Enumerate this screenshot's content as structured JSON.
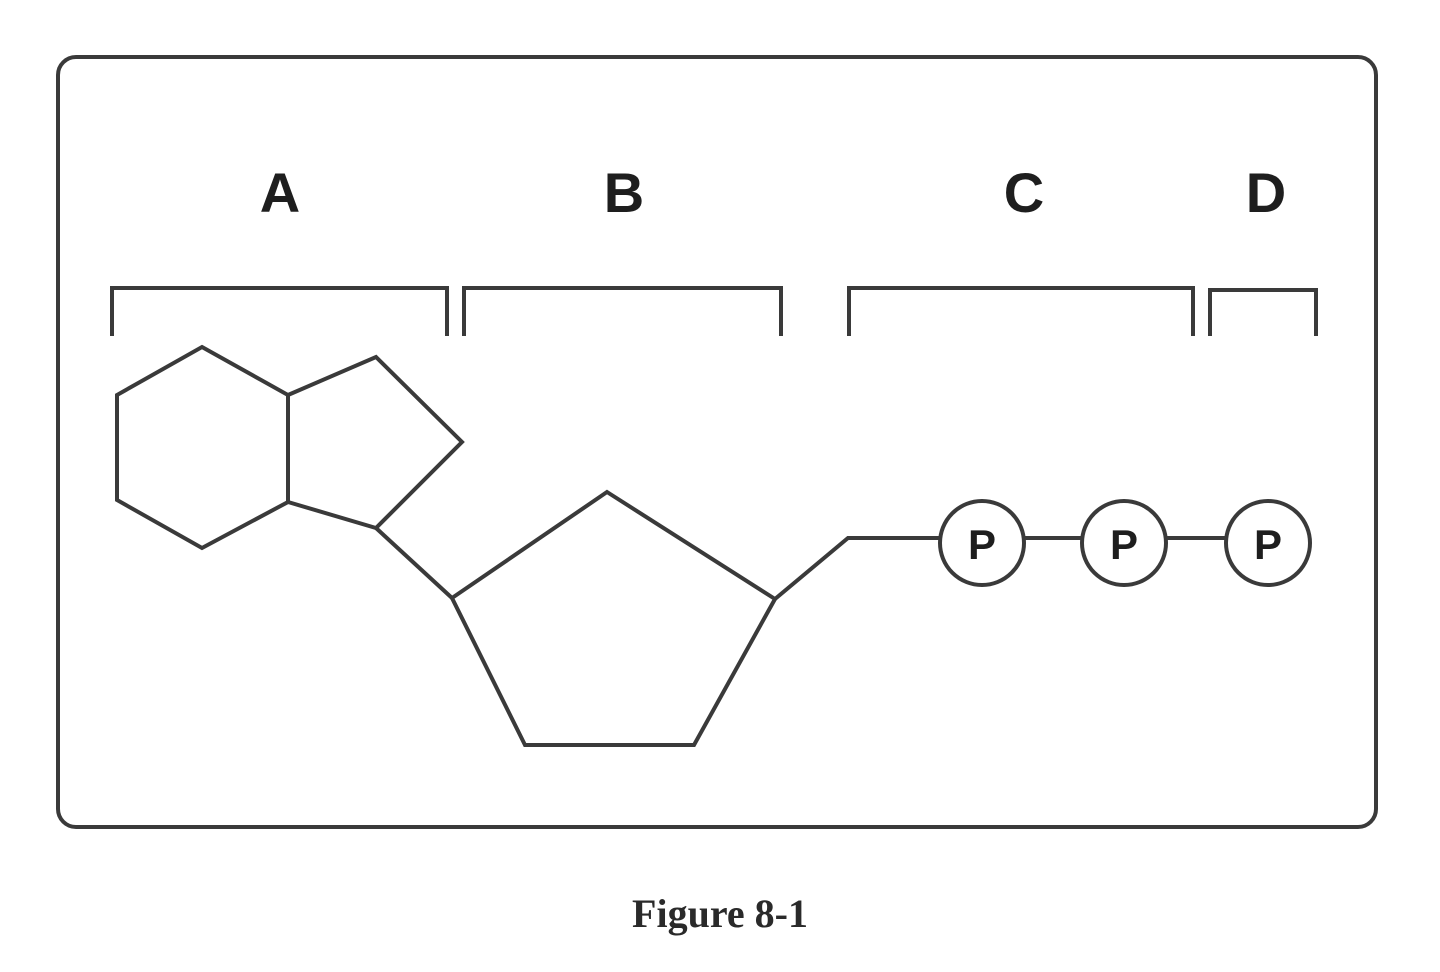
{
  "labels": {
    "a": "A",
    "b": "B",
    "c": "C",
    "d": "D"
  },
  "phosphates": [
    "P",
    "P",
    "P"
  ],
  "caption": "Figure 8-1"
}
